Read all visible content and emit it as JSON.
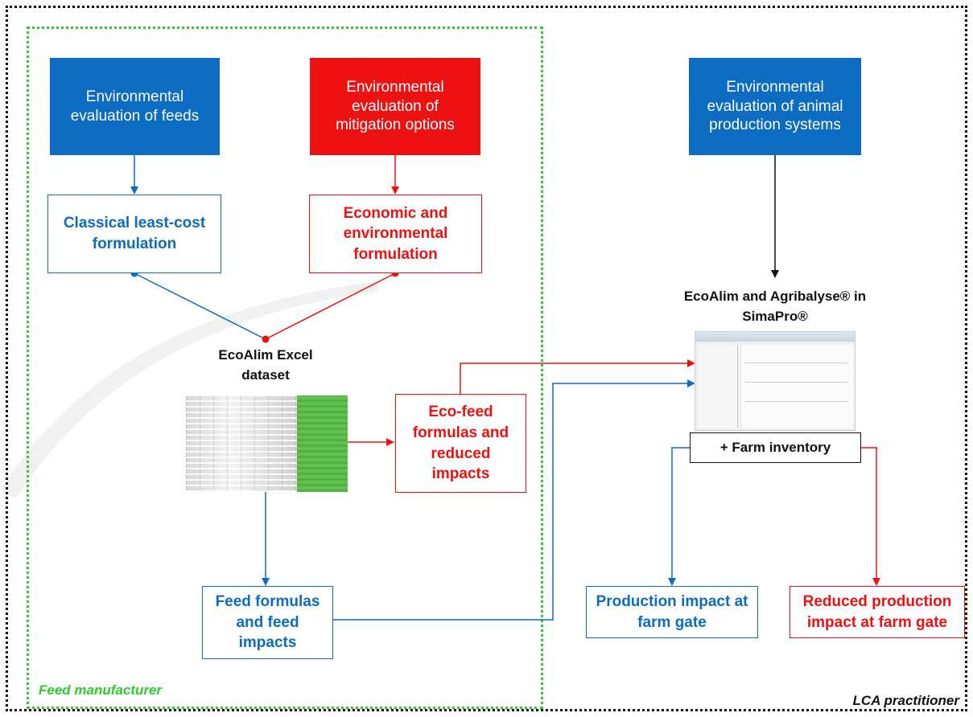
{
  "boxes": {
    "env_feeds": "Environmental evaluation of feeds",
    "env_mitigation": "Environmental evaluation of mitigation options",
    "env_animal": "Environmental evaluation of animal production systems",
    "classical": "Classical least-cost formulation",
    "economic": "Economic and environmental formulation",
    "eco_feed": "Eco-feed formulas and reduced impacts",
    "feed_formulas": "Feed formulas and feed impacts",
    "production_impact": "Production impact at farm gate",
    "reduced_production": "Reduced production impact at farm gate",
    "farm_inventory": "+ Farm inventory"
  },
  "labels": {
    "ecoalim_excel": "EcoAlim Excel dataset",
    "simapro": "EcoAlim and Agribalyse® in SimaPro®",
    "feed_manufacturer": "Feed manufacturer",
    "lca_practitioner": "LCA practitioner"
  },
  "colors": {
    "blue": "#0c6cc1",
    "red": "#ee1111",
    "green_dotted": "#2ecc2e",
    "black": "#111111"
  }
}
